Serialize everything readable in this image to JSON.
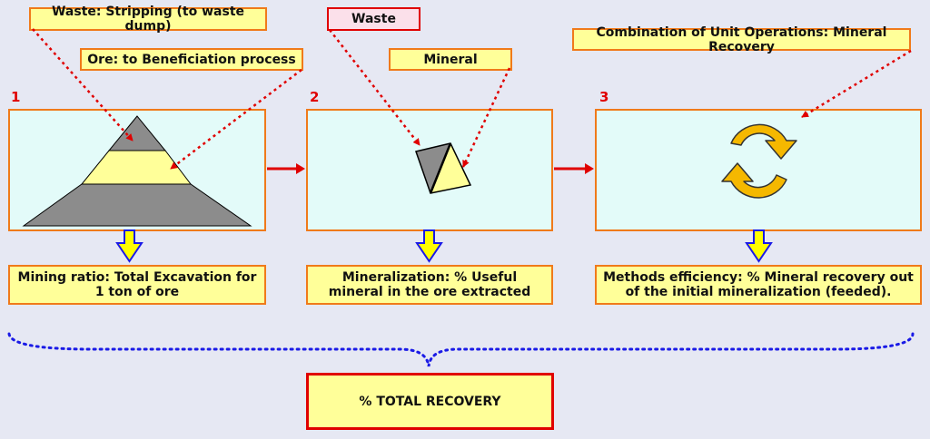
{
  "top_labels": {
    "waste_stripping": "Waste: Stripping (to waste dump)",
    "ore": "Ore: to Beneficiation process",
    "waste": "Waste",
    "mineral": "Mineral",
    "combination": "Combination of Unit Operations: Mineral Recovery"
  },
  "steps": [
    {
      "number": "1",
      "caption": "Mining ratio: Total Excavation for 1 ton of ore"
    },
    {
      "number": "2",
      "caption": "Mineralization: % Useful mineral in the ore extracted"
    },
    {
      "number": "3",
      "caption": "Methods efficiency: % Mineral recovery out of the initial mineralization (feeded)."
    }
  ],
  "total": "% TOTAL RECOVERY",
  "colors": {
    "background": "#e6e8f3",
    "label_fill": "#ffff99",
    "panel_fill": "#e3fbf9",
    "orange_border": "#f07a1a",
    "red": "#e00000",
    "down_arrow_fill": "#ffff00",
    "down_arrow_border": "#1a1ae6",
    "brace": "#1a1ae6",
    "recovery_arrows": "#f5b800",
    "waste_rock": "#8c8c8c"
  },
  "icons": [
    "pyramid-icon",
    "mineral-particle-icon",
    "recovery-cycle-icon",
    "down-arrow-icon",
    "right-arrow-icon"
  ]
}
